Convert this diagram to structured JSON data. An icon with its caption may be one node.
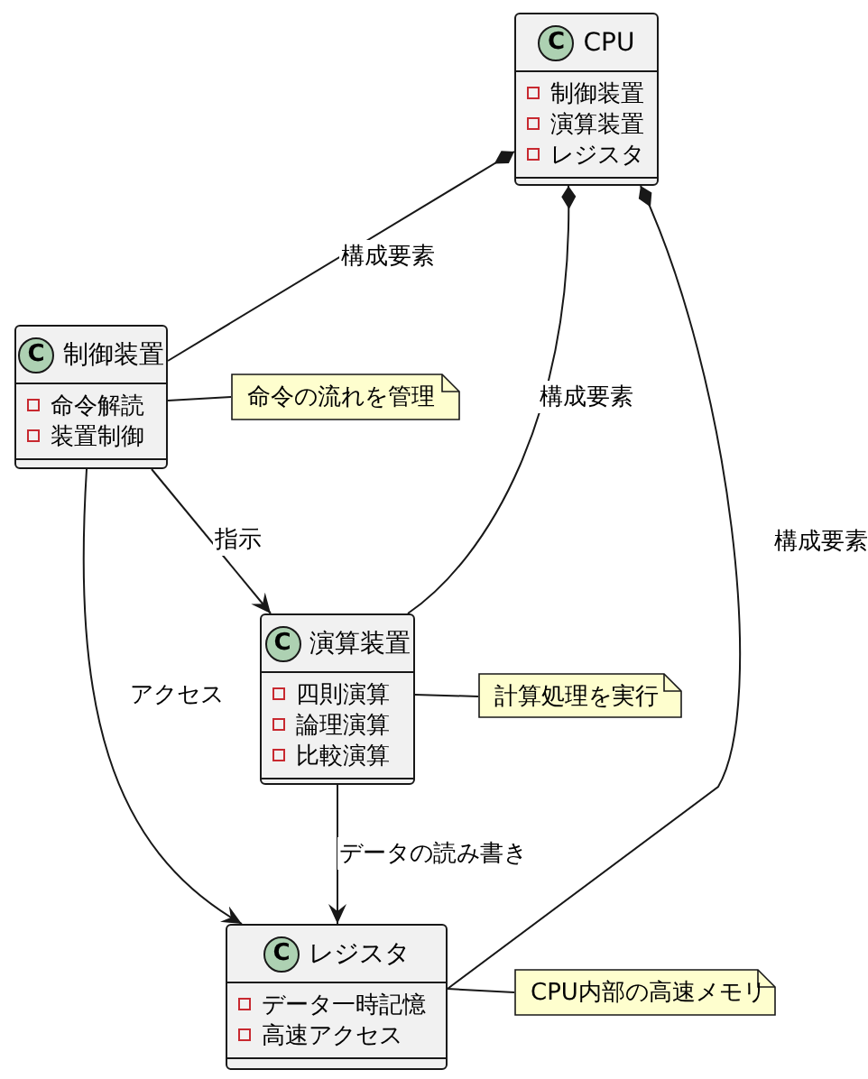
{
  "diagram": {
    "nodes": [
      {
        "text": [
          "CPU",
          "制御装置",
          "演算装置",
          "レジスタ"
        ]
      },
      {
        "text": [
          "制御装置",
          "命令解読",
          "装置制御"
        ]
      },
      {
        "text": [
          "命令の流れを管理"
        ]
      },
      {
        "text": [
          "演算装置",
          "四則演算",
          "論理演算",
          "比較演算"
        ]
      },
      {
        "text": [
          "計算処理を実行"
        ]
      },
      {
        "text": [
          "レジスタ",
          "データ一時記憶",
          "高速アクセス"
        ]
      },
      {
        "text": [
          "CPU内部の高速メモリ"
        ]
      }
    ],
    "edges": [
      {
        "from": 0,
        "to": 1,
        "arrow": "other",
        "label": "構成要素"
      },
      {
        "from": 0,
        "to": 3,
        "arrow": "other",
        "label": "構成要素"
      },
      {
        "from": 0,
        "to": 5,
        "arrow": "other",
        "label": "構成要素"
      },
      {
        "from": 1,
        "to": 3,
        "arrow": "to",
        "label": "指示"
      },
      {
        "from": 1,
        "to": 5,
        "arrow": "to",
        "label": "アクセス"
      },
      {
        "from": 3,
        "to": 5,
        "arrow": "to",
        "label": "データの読み書き"
      },
      {
        "from": 1,
        "to": 2,
        "arrow": "none"
      },
      {
        "from": 3,
        "to": 4,
        "arrow": "none"
      },
      {
        "from": 5,
        "to": 6,
        "arrow": "none"
      }
    ],
    "labels": [
      "C",
      "C",
      "C",
      "C"
    ]
  }
}
